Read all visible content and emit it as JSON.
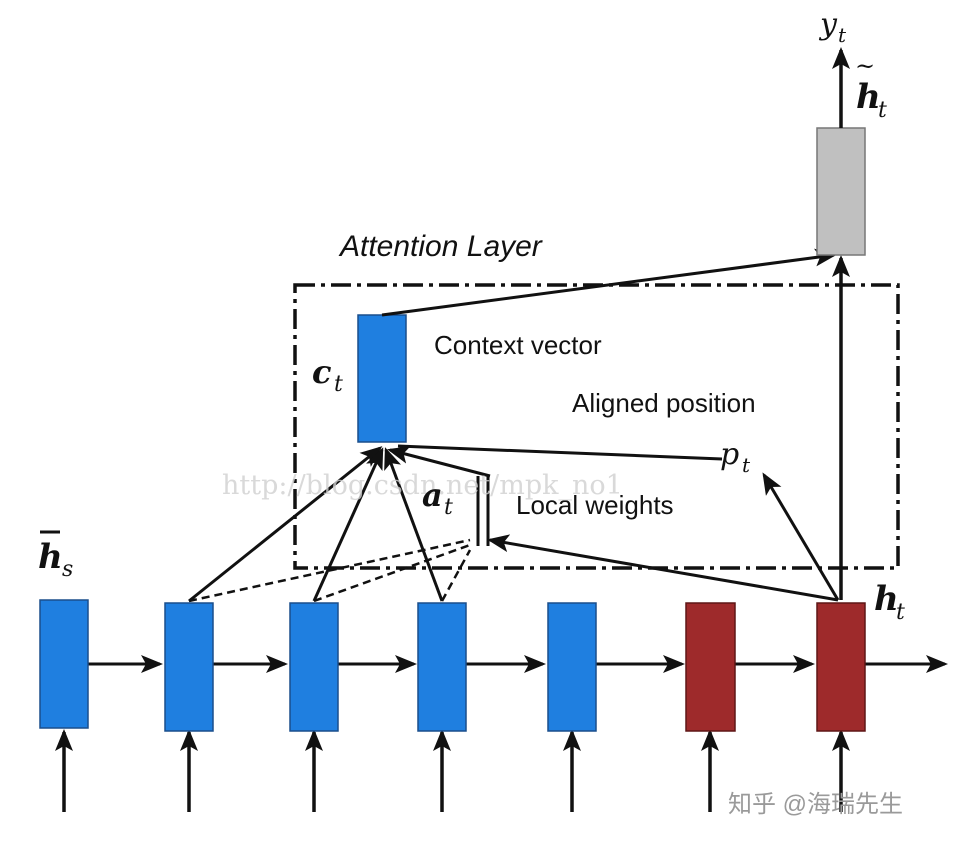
{
  "labels": {
    "title": "Attention Layer",
    "context_vector": "Context vector",
    "aligned_position": "Aligned position",
    "local_weights": "Local weights",
    "watermark": "http://blog.csdn.net/mpk_no1",
    "credit": "知乎 @海瑞先生"
  },
  "math": {
    "y": "y",
    "y_sub": "t",
    "h_tilde": "h",
    "h_tilde_sub": "t",
    "c": "c",
    "c_sub": "t",
    "p": "p",
    "p_sub": "t",
    "a": "a",
    "a_sub": "t",
    "hs": "h",
    "hs_sub": "s",
    "ht": "h",
    "ht_sub": "t"
  },
  "colors": {
    "source_state": "#1f7fe0",
    "target_state": "#9e2a2b",
    "attentional_hidden": "#c0c0c0",
    "stroke": "#111111"
  }
}
